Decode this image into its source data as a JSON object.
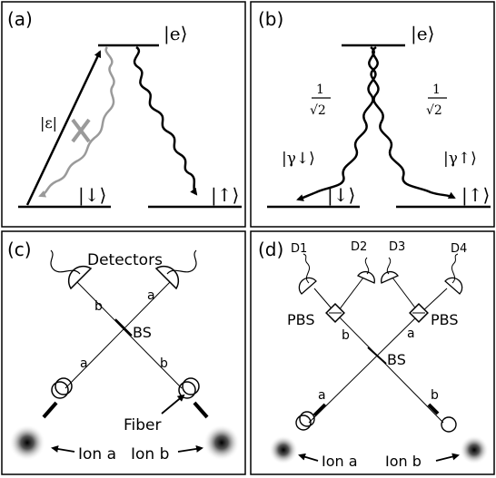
{
  "panels": {
    "a": {
      "tag": "(a)",
      "excited_ket": "|e⟩",
      "ground_down_ket": "|↓⟩",
      "ground_up_ket": "|↑⟩",
      "laser_label": "|ε|"
    },
    "b": {
      "tag": "(b)",
      "excited_ket": "|e⟩",
      "ground_down_ket": "|↓⟩",
      "ground_up_ket": "|↑⟩",
      "photon_down": "|γ↓⟩",
      "photon_up": "|γ↑⟩",
      "frac_num": "1",
      "frac_den": "√2"
    },
    "c": {
      "tag": "(c)",
      "detectors_label": "Detectors",
      "bs_label": "BS",
      "fiber_label": "Fiber",
      "ion_a": "Ion a",
      "ion_b": "Ion b",
      "path_a": "a",
      "path_b": "b"
    },
    "d": {
      "tag": "(d)",
      "detectors": [
        "D1",
        "D2",
        "D3",
        "D4"
      ],
      "pbs_label": "PBS",
      "bs_label": "BS",
      "ion_a": "Ion a",
      "ion_b": "Ion b",
      "path_a": "a",
      "path_b": "b"
    }
  }
}
